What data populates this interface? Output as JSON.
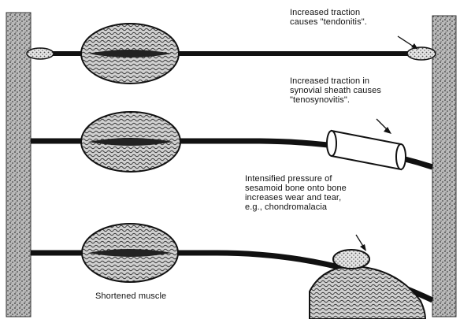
{
  "annotations": {
    "tendonitis": "Increased traction\ncauses \"tendonitis\".",
    "tenosynovitis": "Increased traction in\nsynovial sheath causes\n\"tenosynovitis\".",
    "chondromalacia": "Intensified pressure of\nsesamoid bone onto bone\nincreases wear and tear,\ne.g., chondromalacia",
    "shortened_muscle": "Shortened muscle"
  },
  "colors": {
    "ink": "#111111",
    "bone_texture": "#8a8a8a",
    "paper": "#ffffff"
  }
}
